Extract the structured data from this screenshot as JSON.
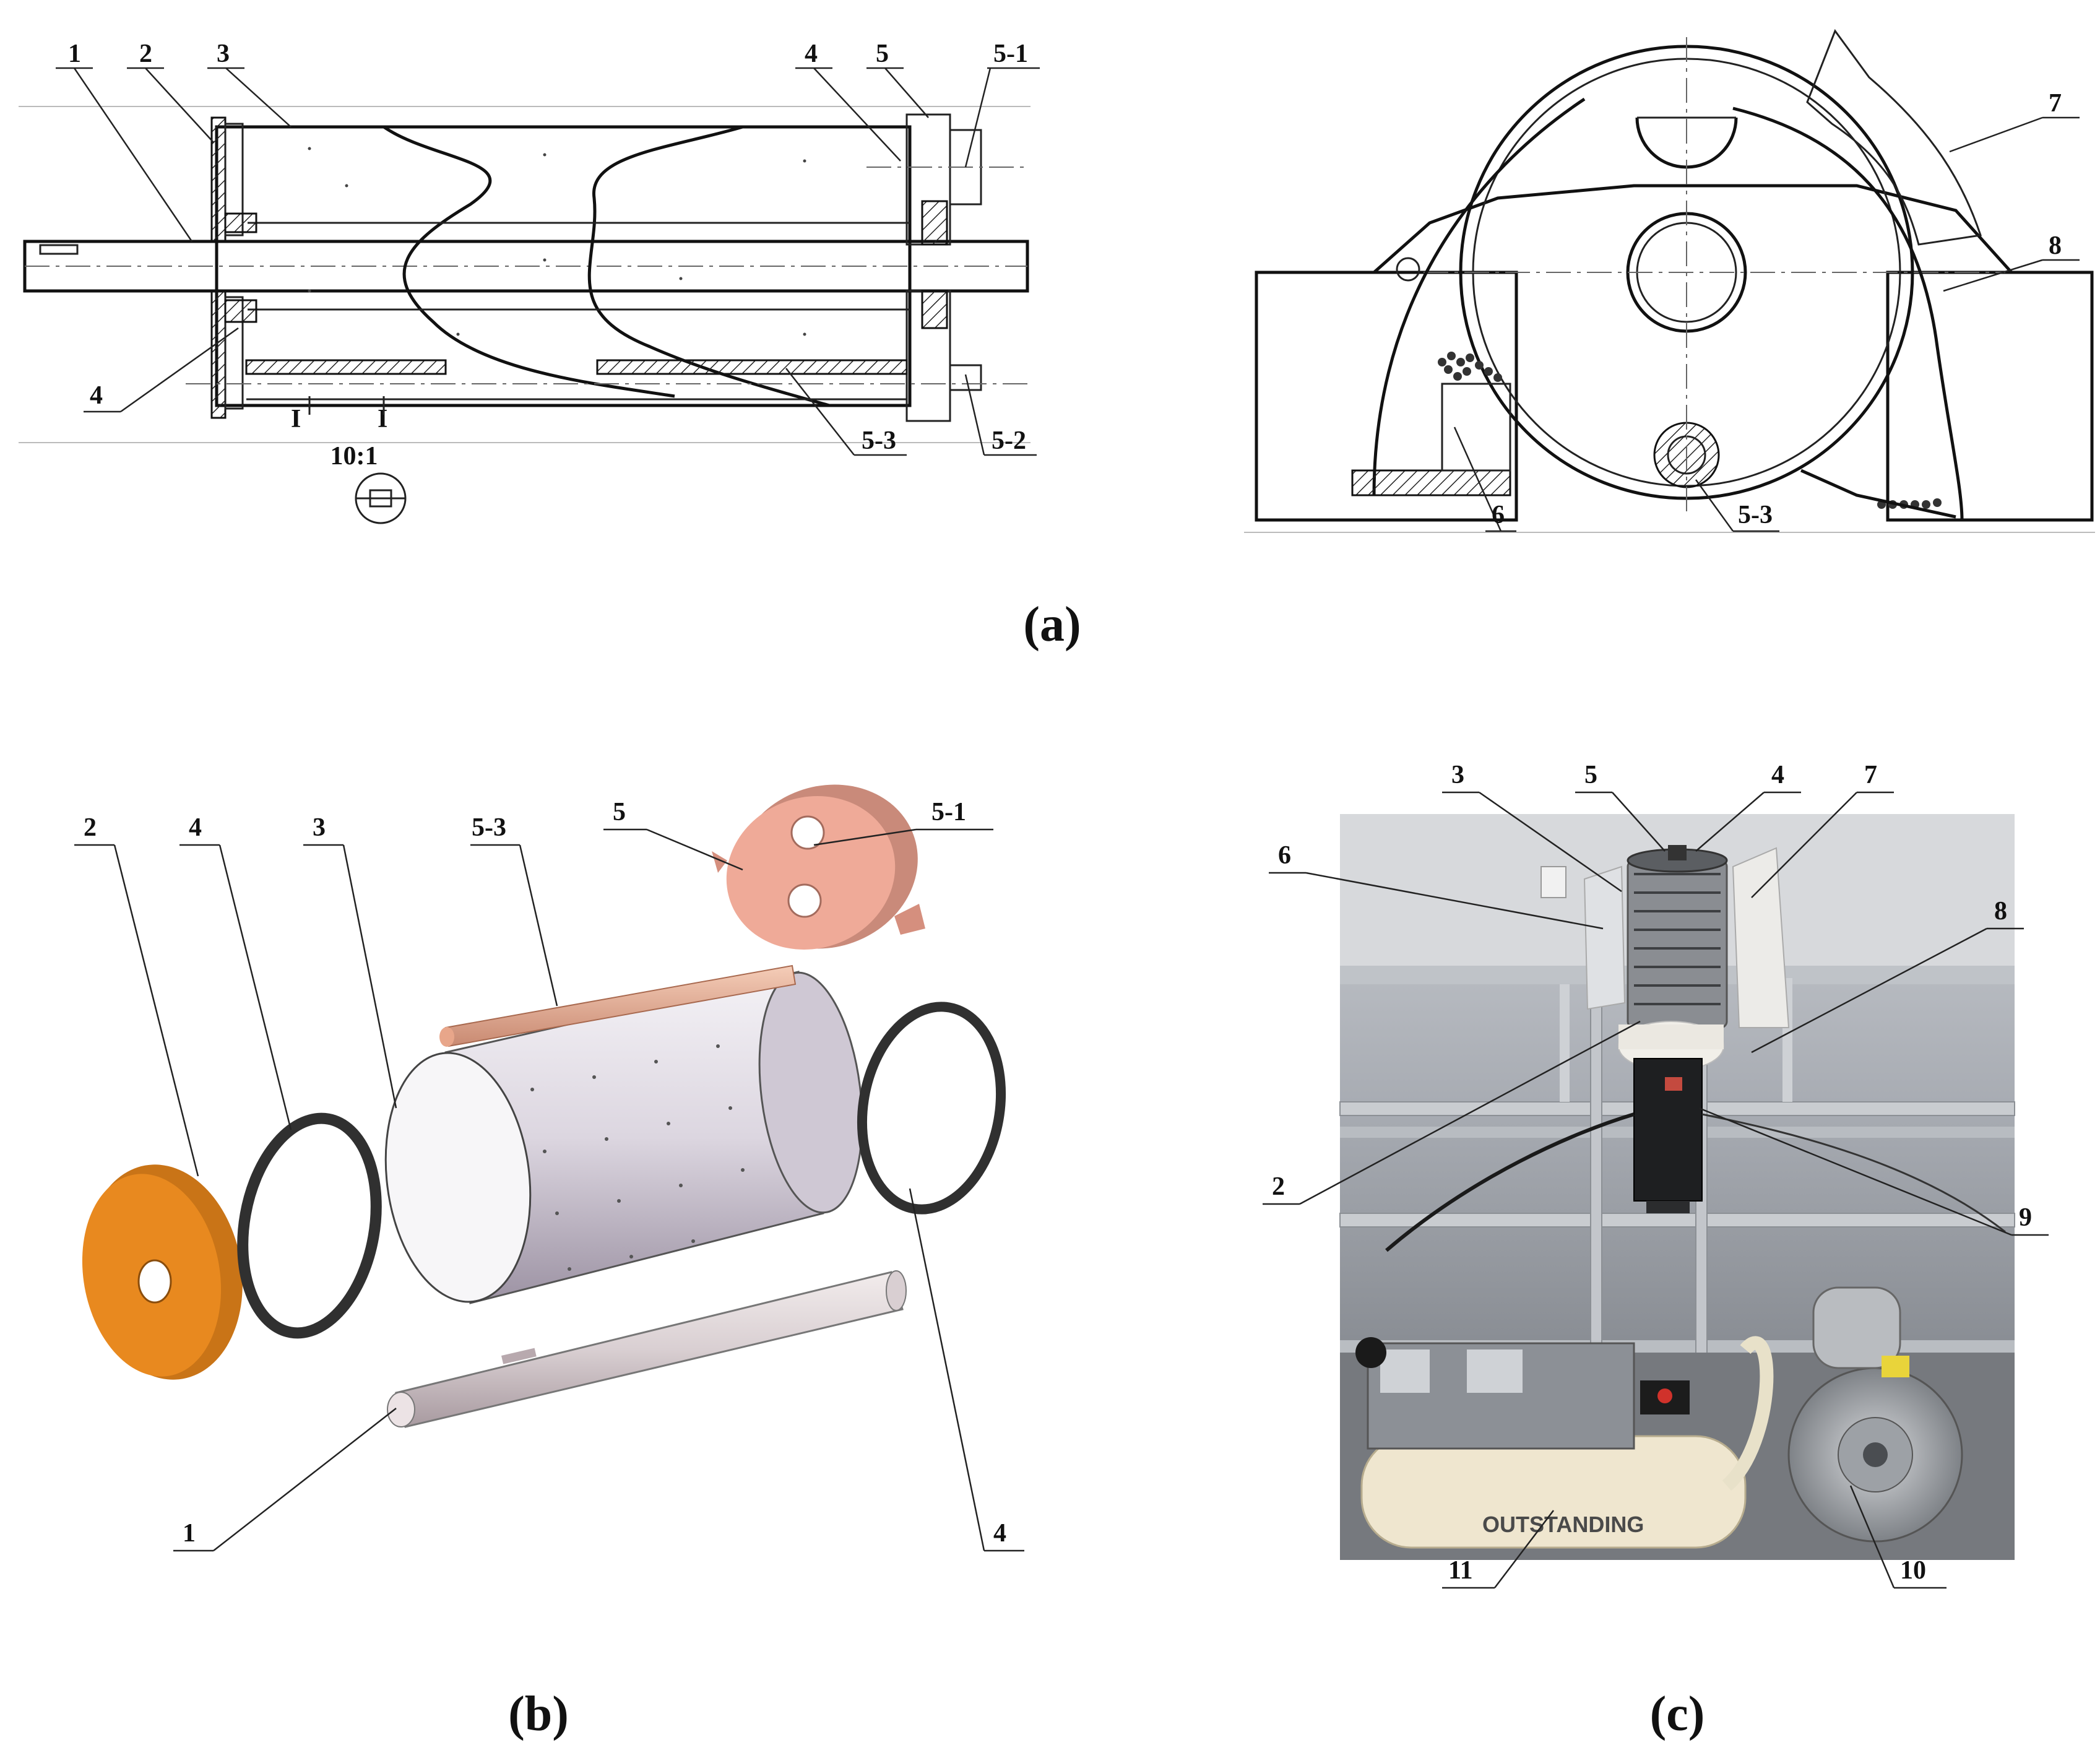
{
  "panels": {
    "a": {
      "caption": "(a)",
      "labels_left": [
        "1",
        "2",
        "3",
        "4",
        "5",
        "5-1",
        "4",
        "5-3",
        "5-2"
      ],
      "section_mark": "I",
      "scale": "10:1",
      "labels_right": [
        "7",
        "8",
        "6",
        "5-3"
      ]
    },
    "b": {
      "caption": "(b)",
      "labels": [
        "2",
        "4",
        "3",
        "5-3",
        "5",
        "5-1",
        "1",
        "4"
      ]
    },
    "c": {
      "caption": "(c)",
      "labels": [
        "3",
        "5",
        "4",
        "7",
        "6",
        "8",
        "2",
        "9",
        "11",
        "10"
      ],
      "brand_text": "OUTSTANDING"
    }
  }
}
